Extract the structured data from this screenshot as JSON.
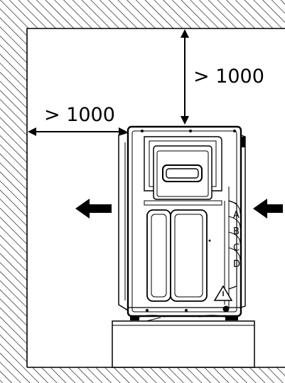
{
  "diagram": {
    "top_clearance_label": "> 1000",
    "side_clearance_label": "> 1000",
    "valve_letters": [
      "A",
      "B",
      "C",
      "D"
    ],
    "airflow_in_arrow": "right-arrow-icon",
    "airflow_out_arrow": "left-arrow-icon",
    "colors": {
      "line": "#000000",
      "background": "#ffffff"
    }
  }
}
